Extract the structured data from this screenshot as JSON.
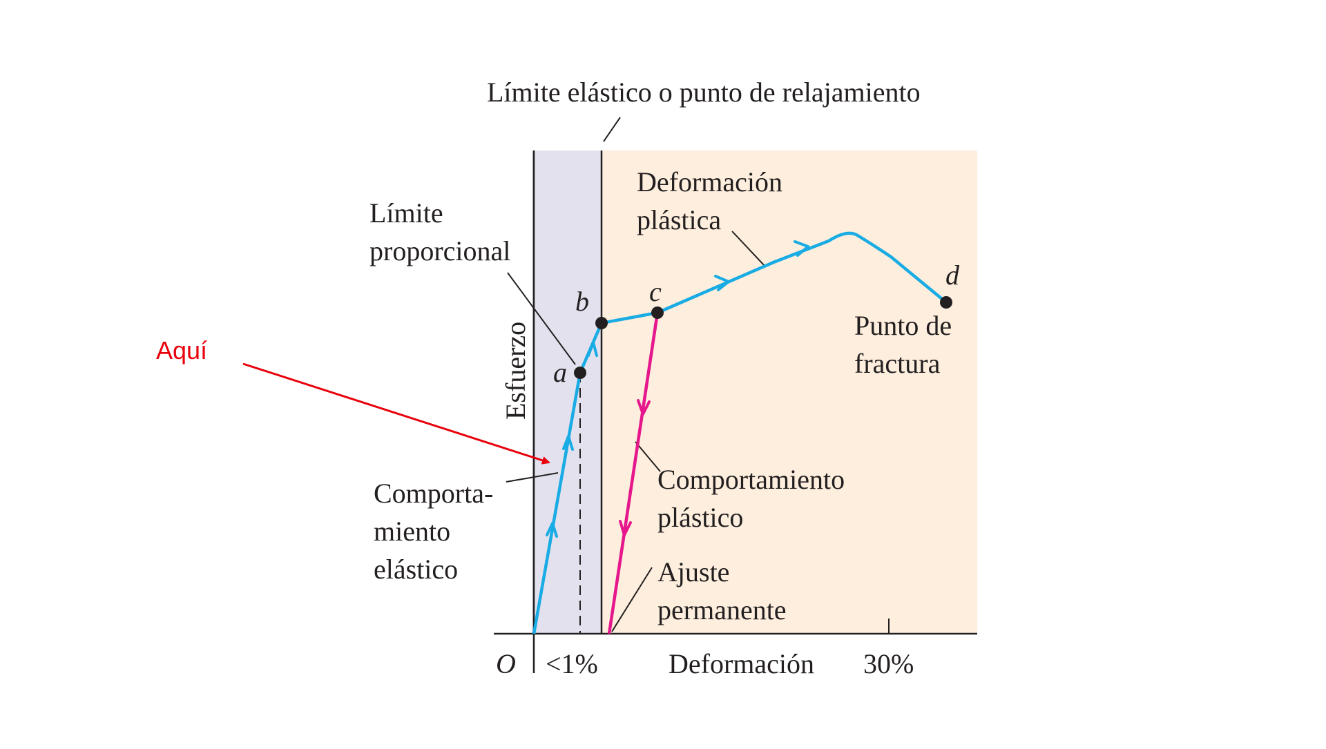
{
  "annotation": {
    "text": "Aquí",
    "color": "#e8000b"
  },
  "regions": {
    "elastic_fill": "#e3e1ee",
    "plastic_fill": "#fdeedd"
  },
  "curves": {
    "loading_color": "#19ace4",
    "unloading_color": "#e6168c"
  },
  "labels": {
    "yield_limit": "Límite elástico o punto de relajamiento",
    "proportional_line1": "Límite",
    "proportional_line2": "proporcional",
    "plastic_deformation_line1": "Deformación",
    "plastic_deformation_line2": "plástica",
    "fracture_line1": "Punto de",
    "fracture_line2": "fractura",
    "elastic_behavior_line1": "Comporta-",
    "elastic_behavior_line2": "miento",
    "elastic_behavior_line3": "elástico",
    "plastic_behavior_line1": "Comportamiento",
    "plastic_behavior_line2": "plástico",
    "permanent_set_line1": "Ajuste",
    "permanent_set_line2": "permanente",
    "y_axis": "Esfuerzo",
    "x_axis": "Deformación",
    "origin": "O",
    "tick_small": "<1%",
    "tick_30": "30%"
  },
  "points": {
    "a": "a",
    "b": "b",
    "c": "c",
    "d": "d"
  }
}
